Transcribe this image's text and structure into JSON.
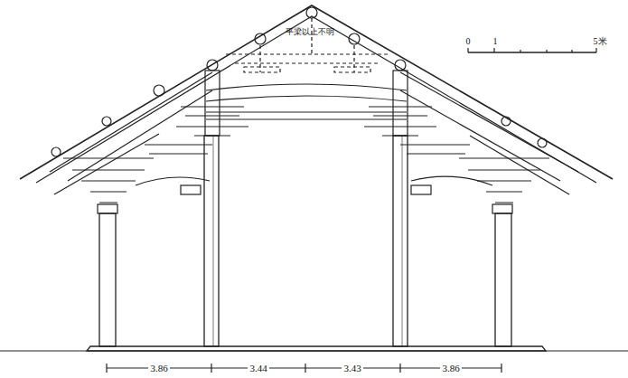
{
  "diagram": {
    "labels": [
      "平梁以上不明",
      "0",
      "1",
      "5米",
      "3.86",
      "3.44",
      "3.43",
      "3.86"
    ]
  }
}
